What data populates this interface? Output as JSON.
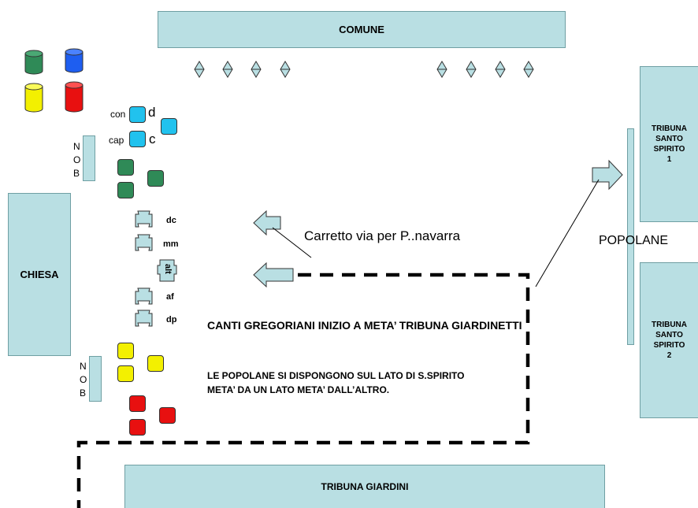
{
  "labels": {
    "comune": "COMUNE",
    "chiesa": "CHIESA",
    "tribuna_giardini": "TRIBUNA GIARDINI",
    "tribuna_ss1": "TRIBUNA\nSANTO\nSPIRITO\n1",
    "tribuna_ss2": "TRIBUNA\nSANTO\nSPIRITO\n2",
    "popolane": "POPOLANE",
    "carretto": "Carretto via per P..navarra",
    "con": "con",
    "cap": "cap",
    "d": "d",
    "c": "c",
    "nob": "N\nO\nB",
    "dc": "dc",
    "mm": "mm",
    "alt": "alt",
    "af": "af",
    "dp": "dp",
    "canti": "CANTI GREGORIANI INIZIO A META’ TRIBUNA GIARDINETTI",
    "popolane_note": "LE POPOLANE SI DISPONGONO SUL LATO DI S.SPIRITO META’ DA UN LATO META’ DALL’ALTRO."
  },
  "colors": {
    "box_fill": "#b9dfe3",
    "green": "#2f8a57",
    "blue": "#1e5ef0",
    "yellow": "#f3f000",
    "red": "#e81010",
    "cyan": "#21c2ee"
  }
}
